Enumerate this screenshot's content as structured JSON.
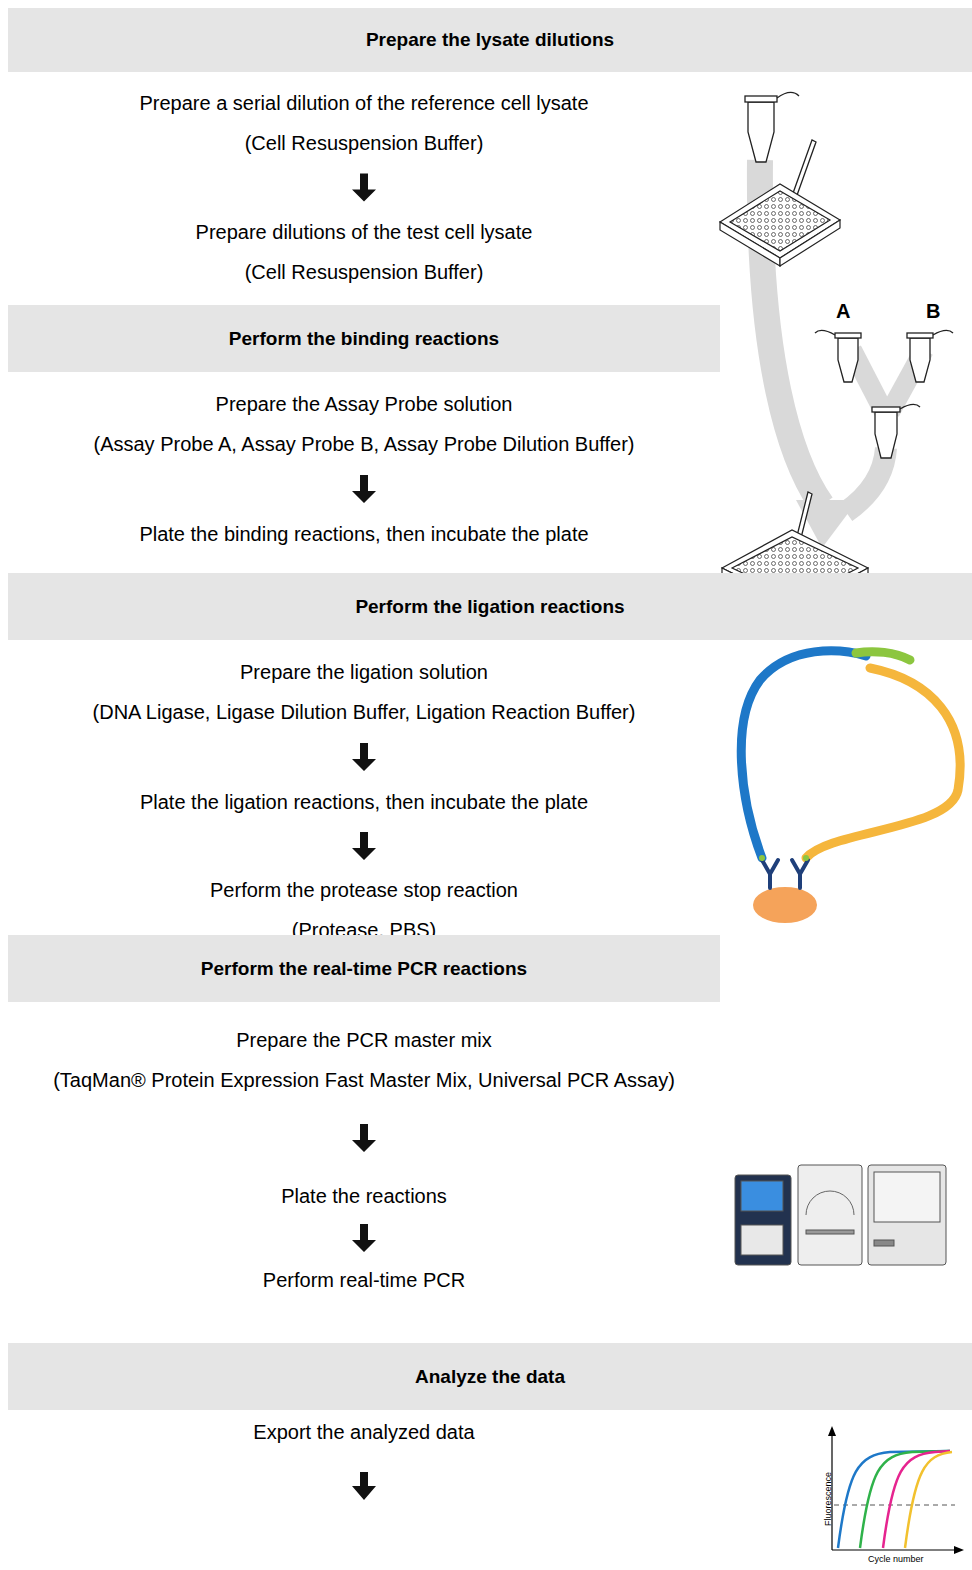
{
  "diagram": {
    "nodes": [
      {
        "text": [
          "Prepare the lysate dilutions"
        ]
      },
      {
        "text": [
          "Prepare a serial dilution of the reference cell lysate",
          "(Cell Resuspension Buffer)"
        ]
      },
      {
        "text": [
          "Prepare dilutions of the test cell lysate",
          "(Cell Resuspension Buffer)"
        ]
      },
      {
        "text": [
          "Perform the binding reactions"
        ]
      },
      {
        "text": [
          "Prepare the Assay Probe solution",
          "(Assay Probe A, Assay Probe B, Assay Probe Dilution Buffer)"
        ]
      },
      {
        "text": [
          "Plate the binding reactions, then incubate the plate"
        ]
      },
      {
        "text": [
          "Perform the ligation reactions"
        ]
      },
      {
        "text": [
          "Prepare the ligation solution",
          "(DNA Ligase, Ligase Dilution Buffer, Ligation Reaction Buffer)"
        ]
      },
      {
        "text": [
          "Plate the ligation reactions, then incubate the plate"
        ]
      },
      {
        "text": [
          "Perform the protease stop reaction",
          "(Protease, PBS)"
        ]
      },
      {
        "text": [
          "Perform the real-time PCR reactions"
        ]
      },
      {
        "text": [
          "Prepare the PCR master mix",
          "(TaqMan® Protein Expression Fast Master Mix, Universal PCR Assay)"
        ]
      },
      {
        "text": [
          "Plate the reactions"
        ]
      },
      {
        "text": [
          "Perform real-time PCR"
        ]
      },
      {
        "text": [
          "Analyze the data"
        ]
      },
      {
        "text": [
          "Export the analyzed data"
        ]
      }
    ],
    "edges": [
      {
        "from": 1,
        "to": 2,
        "arrow": "to"
      },
      {
        "from": 4,
        "to": 5,
        "arrow": "to"
      },
      {
        "from": 7,
        "to": 8,
        "arrow": "to"
      },
      {
        "from": 8,
        "to": 9,
        "arrow": "to"
      },
      {
        "from": 11,
        "to": 12,
        "arrow": "to"
      },
      {
        "from": 12,
        "to": 13,
        "arrow": "to"
      }
    ],
    "labels": [
      "A",
      "B",
      "Fluorescence",
      "Cycle number"
    ]
  }
}
